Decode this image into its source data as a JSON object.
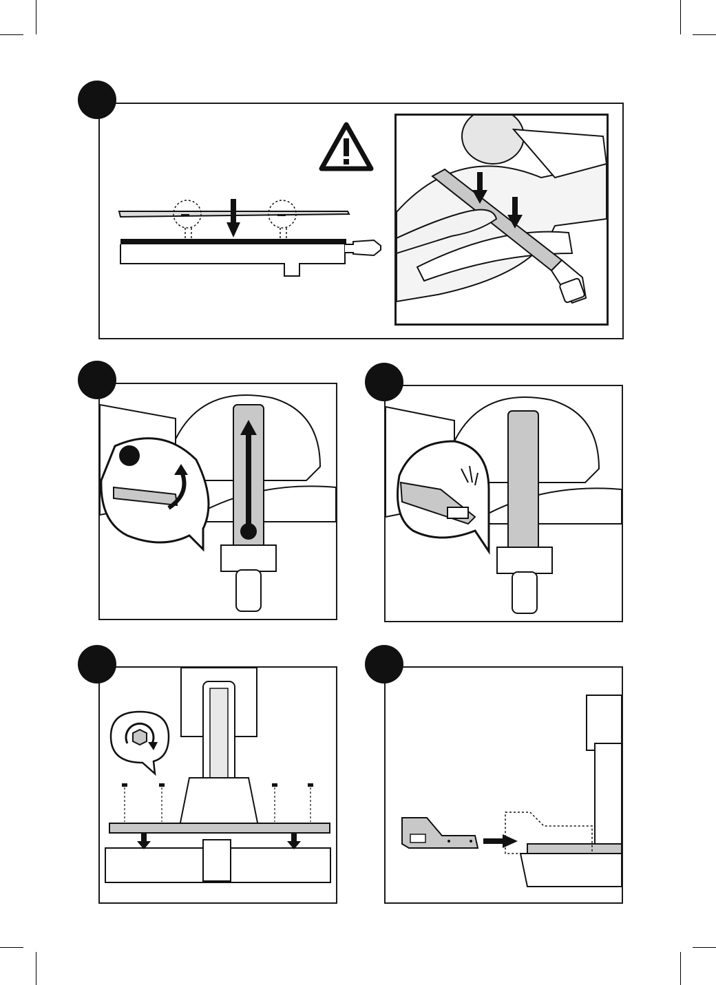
{
  "page": {
    "badges": [
      {
        "step": "step-1",
        "label": ""
      },
      {
        "step": "step-2",
        "label": ""
      },
      {
        "step": "step-3",
        "label": ""
      },
      {
        "step": "step-4",
        "label": ""
      },
      {
        "step": "step-5",
        "label": ""
      }
    ],
    "icons": {
      "warning": "warning-triangle-icon",
      "arrow_down": "arrow-down-icon",
      "arrow_up": "arrow-up-icon",
      "arrow_right": "arrow-right-icon",
      "rotate": "rotate-hex-icon"
    },
    "colors": {
      "ink": "#111111",
      "panel_fill": "#c8c8c8",
      "paper": "#ffffff"
    }
  }
}
